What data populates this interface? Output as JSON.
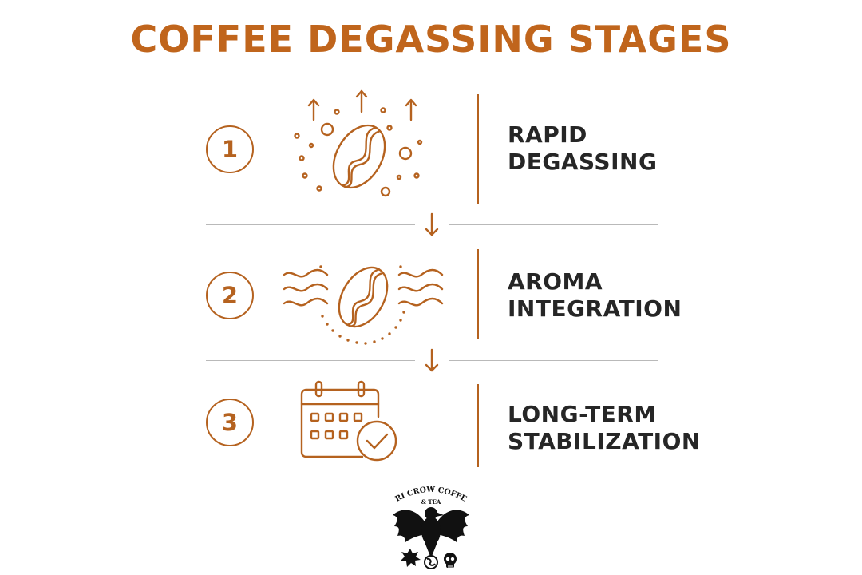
{
  "title": "COFFEE DEGASSING STAGES",
  "steps": [
    {
      "number": "1",
      "label_line1": "RAPID",
      "label_line2": "DEGASSING",
      "icon": "coffee-bean-bubbles-icon"
    },
    {
      "number": "2",
      "label_line1": "AROMA",
      "label_line2": "INTEGRATION",
      "icon": "coffee-bean-aroma-waves-icon"
    },
    {
      "number": "3",
      "label_line1": "LONG-TERM",
      "label_line2": "STABILIZATION",
      "icon": "calendar-check-icon"
    }
  ],
  "logo": {
    "text_line1": "TRI CROW COFFEE",
    "text_line2": "& TEA",
    "icon": "crow-emblem-icon"
  },
  "colors": {
    "accent": "#c0651c",
    "text": "#262626",
    "divider": "#b9b9b9"
  }
}
